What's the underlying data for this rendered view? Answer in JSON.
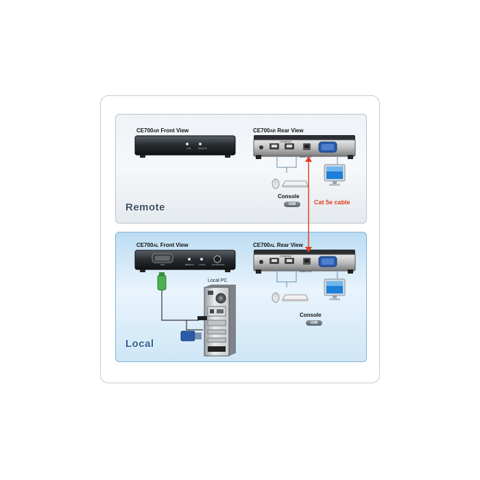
{
  "remote": {
    "front_title_main": "CE700",
    "front_title_suffix": "AR",
    "front_title_rest": " Front View",
    "rear_title_main": "CE700",
    "rear_title_suffix": "AR",
    "rear_title_rest": " Rear View",
    "panel_label": "Remote",
    "console_label": "Console",
    "usb_badge": "USB",
    "front_port_labels": [
      "LINK",
      "REMOTE"
    ],
    "rear_port_labels": [
      "CONSOLE",
      "REMOTE I/O"
    ]
  },
  "local": {
    "front_title_main": "CE700",
    "front_title_suffix": "AL",
    "front_title_rest": " Front View",
    "rear_title_main": "CE700",
    "rear_title_suffix": "AL",
    "rear_title_rest": " Rear View",
    "panel_label": "Local",
    "console_label": "Console",
    "usb_badge": "USB",
    "pc_label": "Local PC",
    "front_port_labels": [
      "CPU",
      "REMOTE",
      "LOCAL",
      "AUTO/LOCAL"
    ],
    "rear_port_labels": [
      "CONSOLE",
      "REMOTE I/O"
    ]
  },
  "cable_label": "Cat 5e cable",
  "colors": {
    "cable": "#e0401f",
    "local_panel": "#bcdcf3",
    "remote_panel": "#eef3f8",
    "vga": "#2a5aa8"
  }
}
